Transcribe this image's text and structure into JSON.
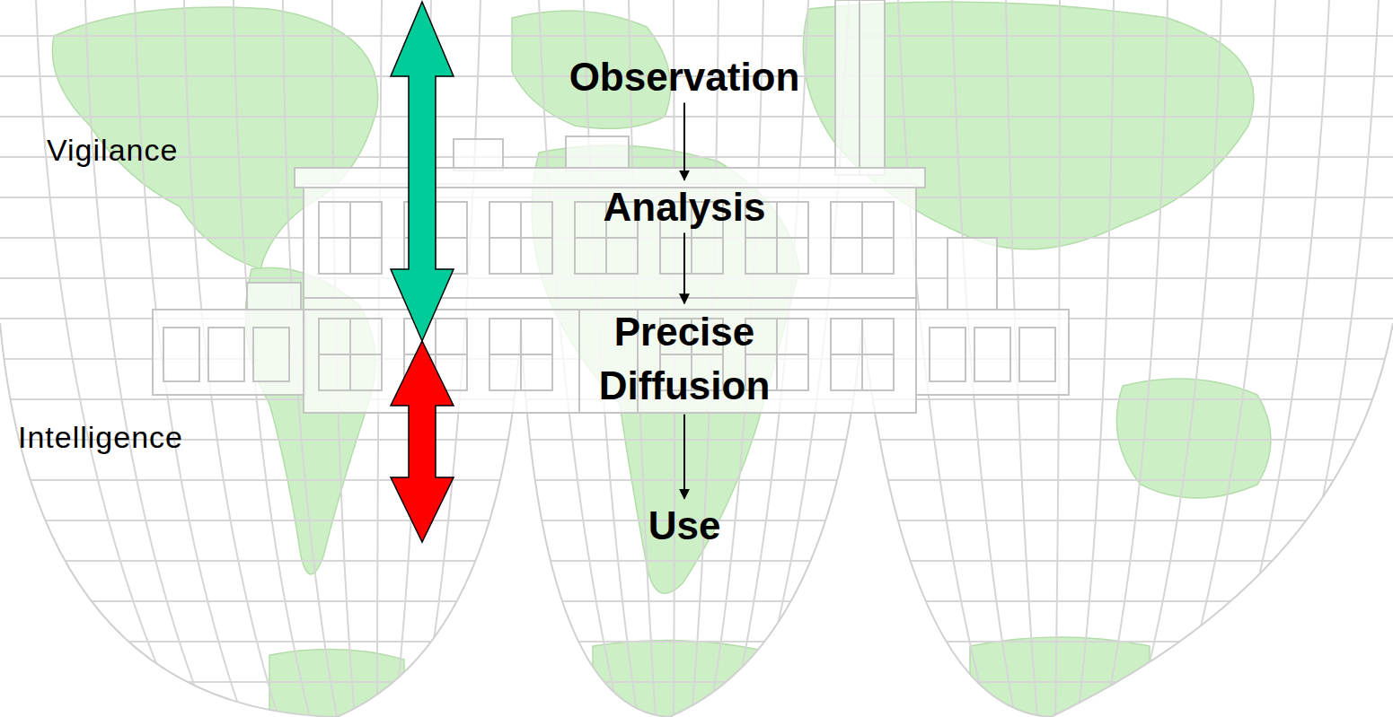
{
  "diagram": {
    "nodes": [
      {
        "text": [
          "Observation"
        ]
      },
      {
        "text": [
          "Analysis"
        ]
      },
      {
        "text": [
          "Precise Diffusion"
        ]
      },
      {
        "text": [
          "Use"
        ]
      }
    ],
    "edges": [
      {
        "from": 0,
        "to": 1,
        "arrow": "to"
      },
      {
        "from": 1,
        "to": 2,
        "arrow": "to"
      },
      {
        "from": 2,
        "to": 3,
        "arrow": "to"
      }
    ],
    "labels": [
      "Vigilance",
      "Intelligence"
    ]
  }
}
